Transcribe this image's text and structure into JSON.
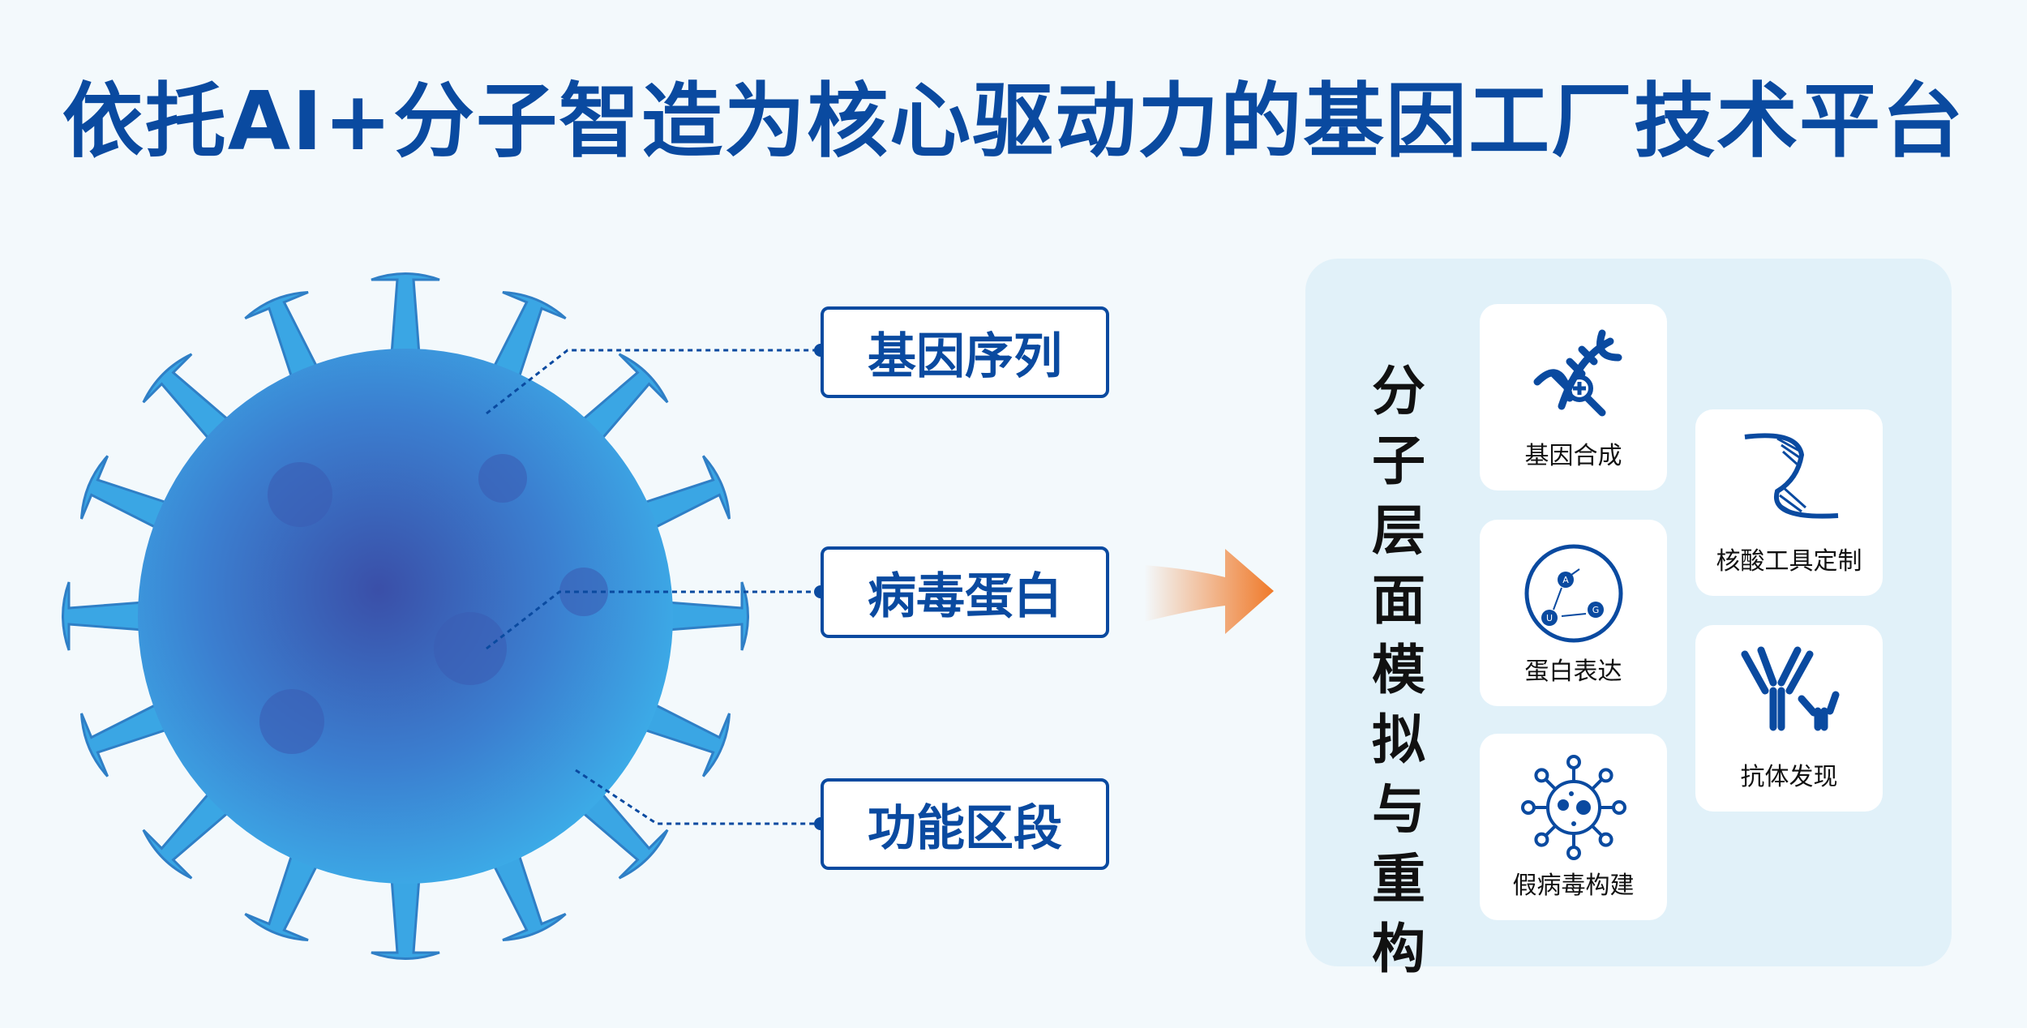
{
  "title": "依托AI+分子智造为核心驱动力的基因工厂技术平台",
  "labels": [
    "基因序列",
    "病毒蛋白",
    "功能区段"
  ],
  "panel": {
    "heading": "分子层面模拟与重构",
    "cards": [
      {
        "label": "基因合成",
        "icon": "dna-magnifier-icon"
      },
      {
        "label": "核酸工具定制",
        "icon": "nucleic-acid-strand-icon"
      },
      {
        "label": "蛋白表达",
        "icon": "protein-aug-icon",
        "letters": [
          "A",
          "U",
          "G"
        ]
      },
      {
        "label": "抗体发现",
        "icon": "antibody-icon"
      },
      {
        "label": "假病毒构建",
        "icon": "virus-icon"
      }
    ]
  },
  "colors": {
    "primary": "#0a4aa0",
    "panel": "#e1f1f9",
    "arrow": "#f07a2a"
  }
}
